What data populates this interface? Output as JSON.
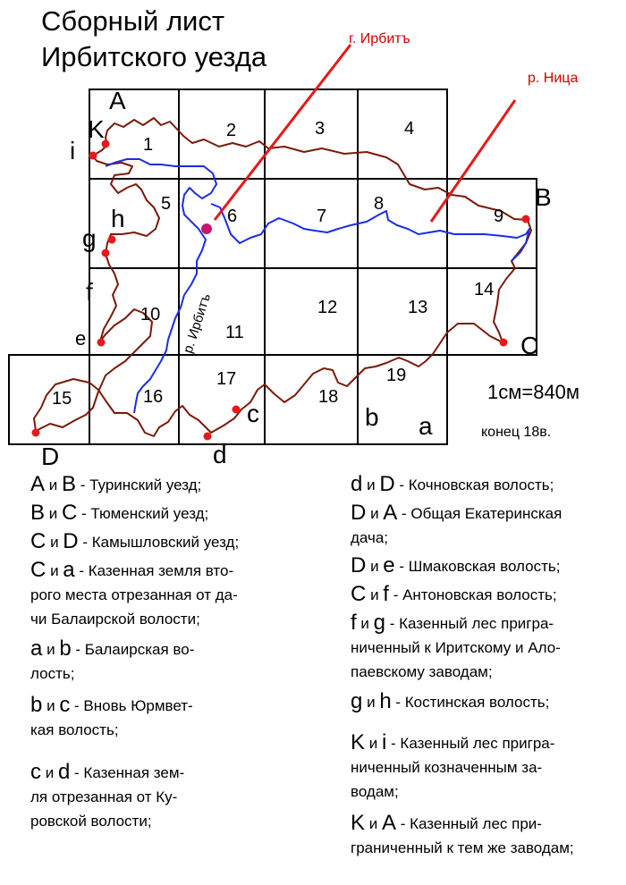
{
  "title": {
    "line1": "Сборный лист",
    "line2": "Ирбитского уезда"
  },
  "labels": {
    "city": "г. Ирбитъ",
    "river_nitsa": "р. Ница",
    "river_irbit": "р. Ирбитъ"
  },
  "scale": "1см=840м",
  "date": "конец 18в.",
  "cells": [
    "1",
    "2",
    "3",
    "4",
    "5",
    "6",
    "7",
    "8",
    "9",
    "10",
    "11",
    "12",
    "13",
    "14",
    "15",
    "16",
    "17",
    "18",
    "19"
  ],
  "corners": {
    "A": "A",
    "B": "B",
    "C": "C",
    "D": "D",
    "K": "K",
    "i": "i",
    "h": "h",
    "g": "g",
    "f": "f",
    "e": "e",
    "c": "c",
    "d": "d",
    "b": "b",
    "a": "a"
  },
  "colors": {
    "boundary": "#7a1a0a",
    "river": "#1a2ee6",
    "pointer": "#e81818",
    "dot": "#e81818",
    "city_dot": "#c2186b",
    "grid": "#000000"
  },
  "legend_left": [
    {
      "a": "A",
      "conj": "и",
      "b": "B",
      "text": "- Туринский уезд;"
    },
    {
      "a": "B",
      "conj": "и",
      "b": "C",
      "text": "- Тюменский уезд;"
    },
    {
      "a": "C",
      "conj": "и",
      "b": "D",
      "text": "- Камышловский уезд;"
    },
    {
      "a": "C",
      "conj": "и",
      "b": "a",
      "text": "- Казенная земля вто-",
      "cont": [
        "рого места отрезанная от да-",
        "чи Балаирской волости;"
      ]
    },
    {
      "a": "a",
      "conj": "и",
      "b": "b",
      "text": "- Балаирская во-",
      "cont": [
        "лость;"
      ]
    },
    {
      "a": "b",
      "conj": "и",
      "b": "c",
      "text": "- Вновь Юрмвет-",
      "cont": [
        "кая волость;"
      ]
    },
    {
      "a": "c",
      "conj": "и",
      "b": "d",
      "text": "- Казенная зем-",
      "cont": [
        "ля отрезанная от Ку-",
        "ровской волости;"
      ]
    }
  ],
  "legend_right": [
    {
      "a": "d",
      "conj": "и",
      "b": "D",
      "text": "- Кочновская волость;"
    },
    {
      "a": "D",
      "conj": "и",
      "b": "A",
      "text": "- Общая Екатеринская",
      "cont": [
        "дача;"
      ]
    },
    {
      "a": "D",
      "conj": "и",
      "b": "e",
      "text": "- Шмаковская волость;"
    },
    {
      "a": "C",
      "conj": "и",
      "b": "f",
      "text": "- Антоновская волость;"
    },
    {
      "a": "f",
      "conj": "и",
      "b": "g",
      "text": "- Казенный лес пригра-",
      "cont": [
        "ниченный к Иритскому и Ало-",
        "паевскому заводам;"
      ]
    },
    {
      "a": "g",
      "conj": "и",
      "b": "h",
      "text": "- Костинская волость;"
    },
    {
      "a": "K",
      "conj": "и",
      "b": "i",
      "text": "- Казенный лес пригра-",
      "cont": [
        "ниченный козначенным за-",
        "водам;"
      ]
    },
    {
      "a": "K",
      "conj": "и",
      "b": "A",
      "text": "- Казенный лес при-",
      "cont": [
        "граниченный к тем же заводам;"
      ]
    }
  ]
}
